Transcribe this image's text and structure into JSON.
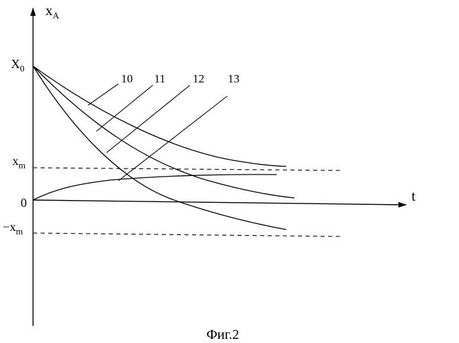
{
  "axes": {
    "y_label": "x",
    "y_label_sub": "A",
    "x_label": "t"
  },
  "levels": {
    "x0_label": "X",
    "x0_sub": "0",
    "xm_label": "x",
    "xm_sub": "m",
    "zero_label": "0",
    "neg_xm_label": "−x",
    "neg_xm_sub": "m"
  },
  "curves": [
    {
      "id": "10",
      "label": "10"
    },
    {
      "id": "11",
      "label": "11"
    },
    {
      "id": "12",
      "label": "12"
    },
    {
      "id": "13",
      "label": "13"
    }
  ],
  "caption": "Фиг.2"
}
